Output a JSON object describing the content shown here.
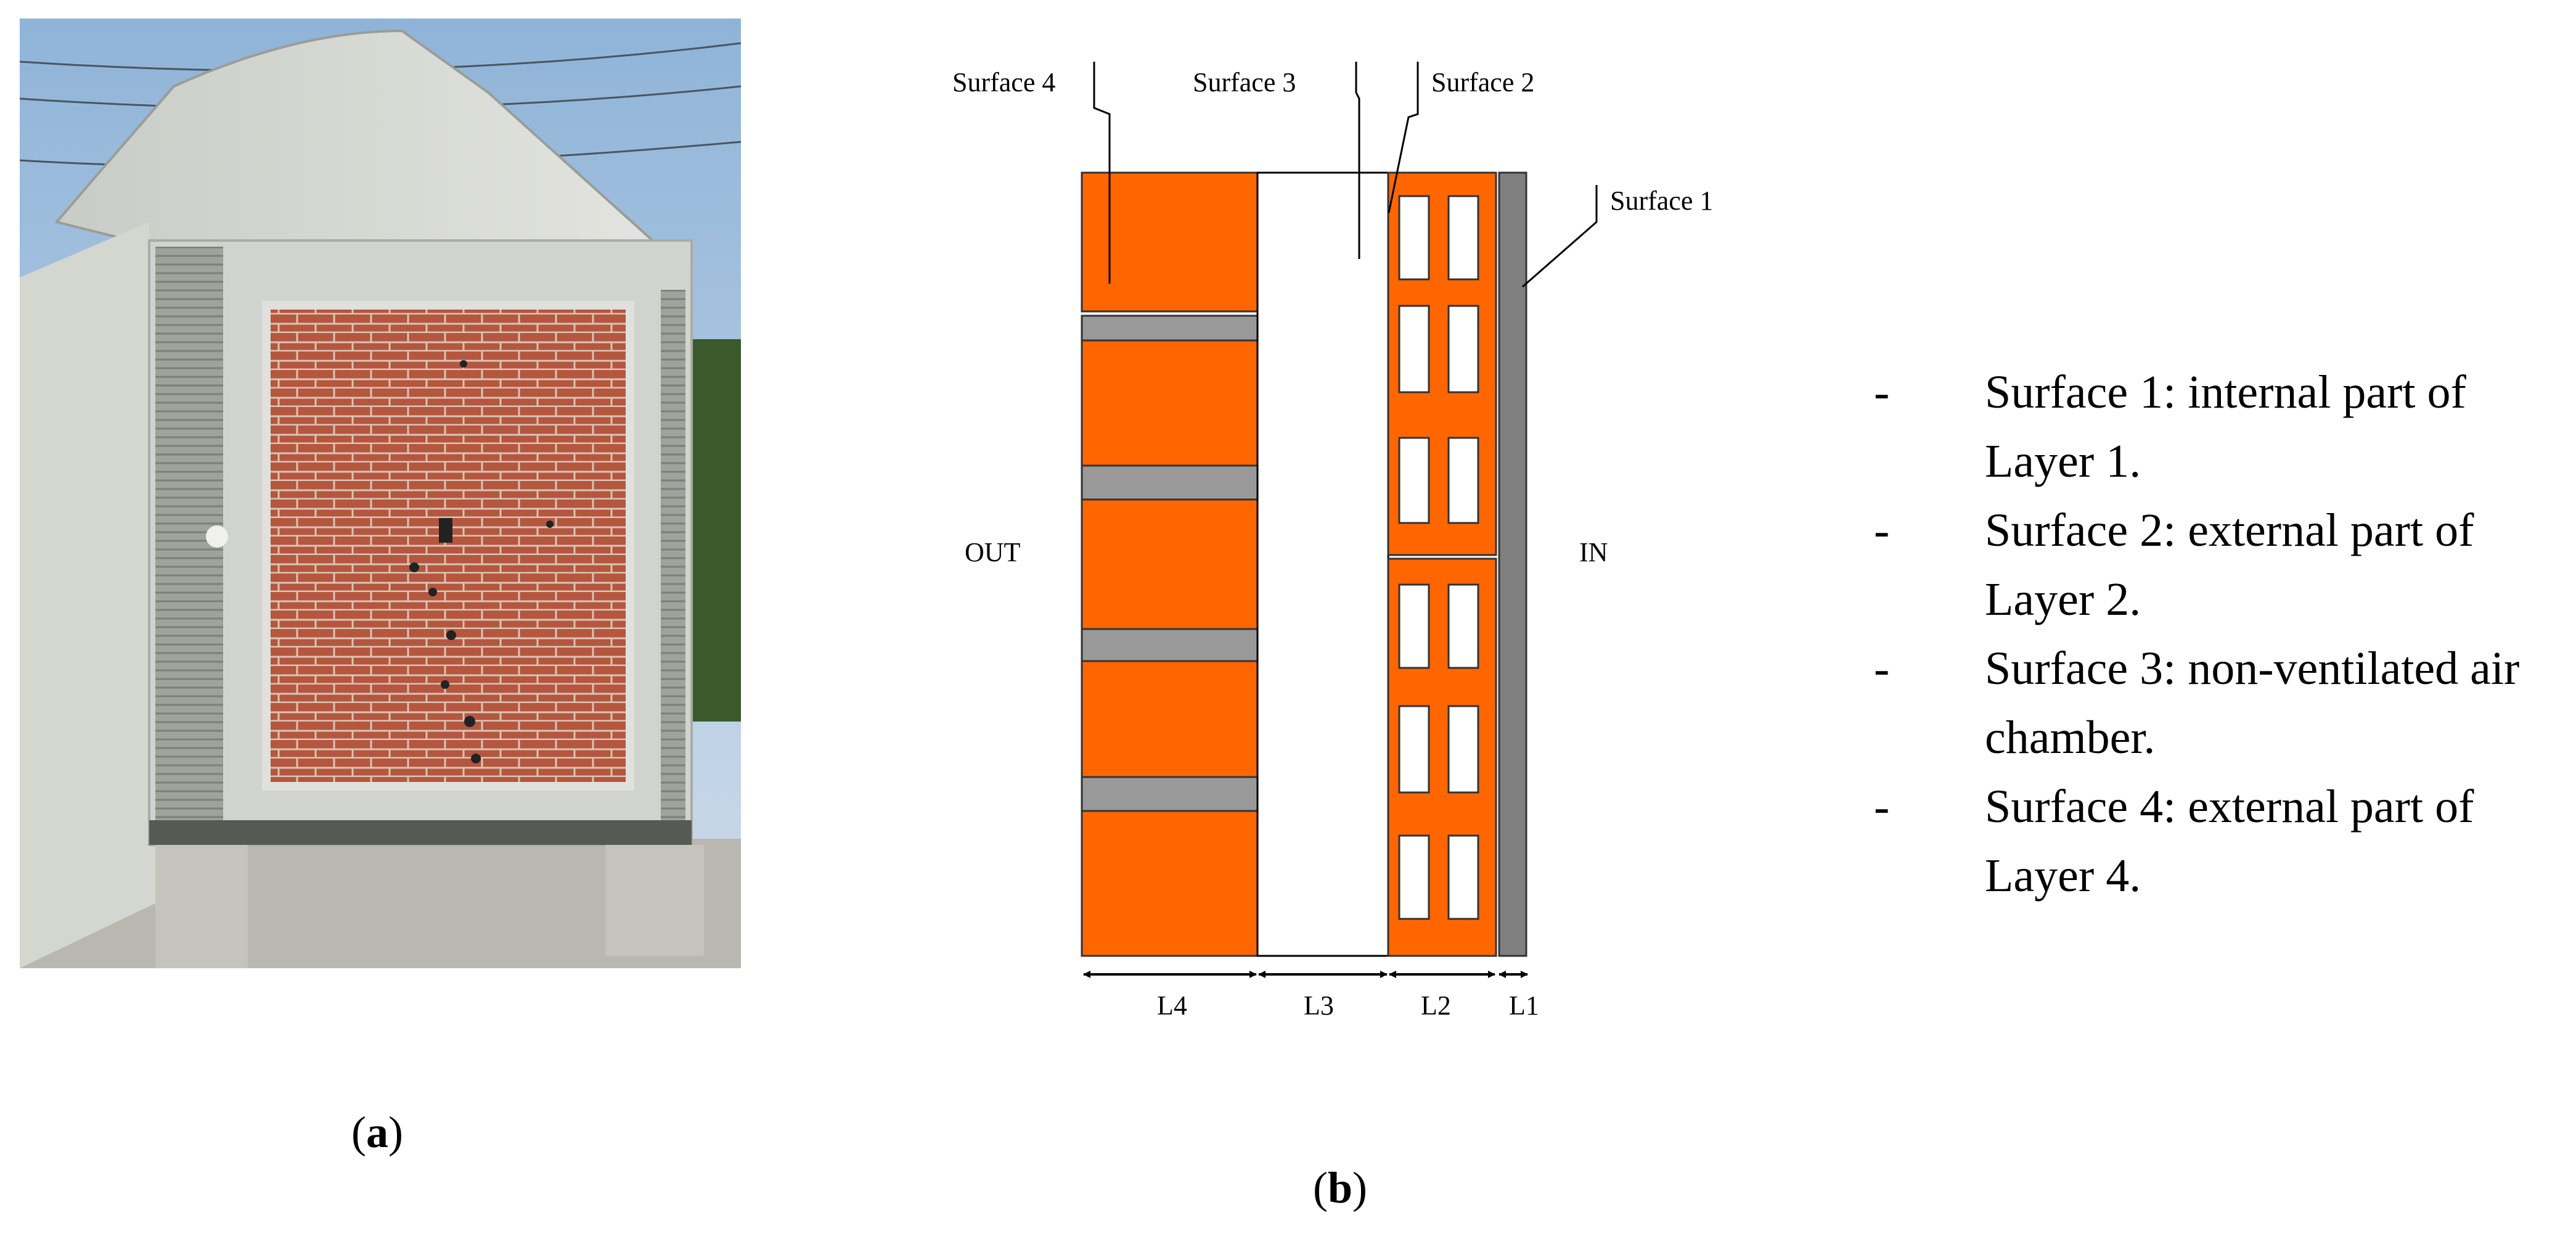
{
  "diagram": {
    "surface_labels": {
      "s1": "Surface 1",
      "s2": "Surface 2",
      "s3": "Surface 3",
      "s4": "Surface 4"
    },
    "side_labels": {
      "out": "OUT",
      "in": "IN"
    },
    "layer_labels": {
      "l1": "L1",
      "l2": "L2",
      "l3": "L3",
      "l4": "L4"
    },
    "colors": {
      "brick_orange": "#ff6600",
      "mortar_gray": "#999999",
      "plaster_gray": "#808080"
    }
  },
  "legend": {
    "items": [
      {
        "dash": "-",
        "text": "Surface 1: internal part of Layer 1."
      },
      {
        "dash": "-",
        "text": "Surface 2: external part of Layer 2."
      },
      {
        "dash": "-",
        "text": "Surface 3: non-ventilated air chamber."
      },
      {
        "dash": "-",
        "text": "Surface 4: external part of Layer 4."
      }
    ]
  },
  "panel_labels": {
    "a": {
      "open": "(",
      "letter": "a",
      "close": ")"
    },
    "b": {
      "open": "(",
      "letter": "b",
      "close": ")"
    }
  }
}
